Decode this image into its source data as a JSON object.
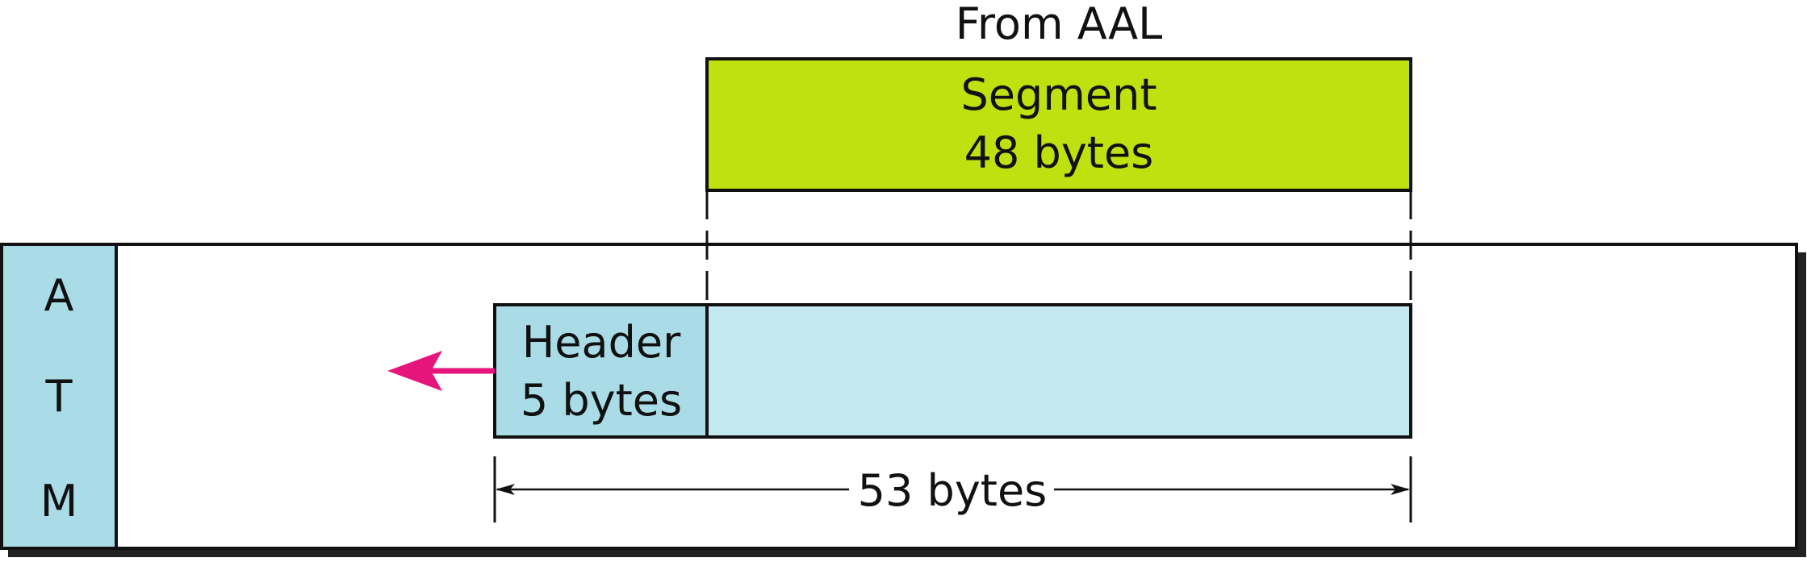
{
  "from_label": "From AAL",
  "segment": {
    "line1": "Segment",
    "line2": "48 bytes"
  },
  "layer": {
    "letters": [
      "A",
      "T",
      "M"
    ]
  },
  "header": {
    "line1": "Header",
    "line2": "5 bytes"
  },
  "cell_size_label": "53 bytes",
  "colors": {
    "segment_fill": "#bfe10f",
    "header_fill": "#a9dce7",
    "payload_fill": "#c4e8f0",
    "atm_band_fill": "#a9dce7",
    "arrow": "#e6157c",
    "stroke": "#111111",
    "shadow": "#222222"
  }
}
